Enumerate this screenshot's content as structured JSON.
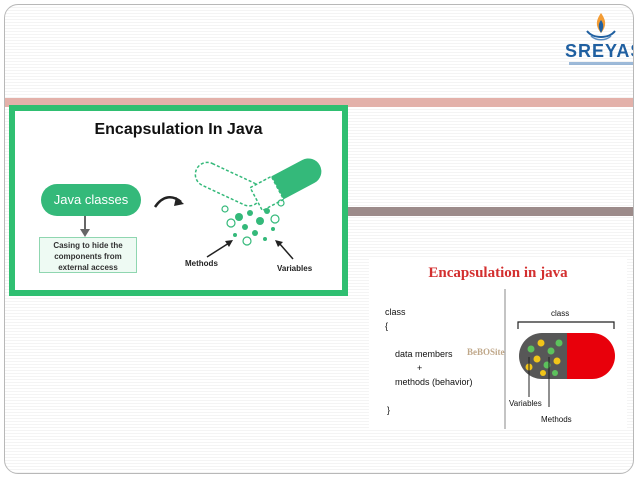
{
  "logo": {
    "text": "SREYAS"
  },
  "image1": {
    "title": "Encapsulation In Java",
    "pill_label": "Java classes",
    "callout_line1": "Casing to hide the",
    "callout_line2": "components from",
    "callout_line3": "external access",
    "methods_label": "Methods",
    "variables_label": "Variables"
  },
  "image2": {
    "title": "Encapsulation in java",
    "code_class": "class",
    "code_open": "{",
    "code_data": "data members",
    "code_plus": "+",
    "code_methods": "methods (behavior)",
    "code_close": "}",
    "class_label": "class",
    "variables_label": "Variables",
    "methods_label": "Methods",
    "watermark": "BeBOSite"
  },
  "colors": {
    "accent_green": "#2fbf71",
    "capsule_red": "#e8000b",
    "title_red": "#d32f2f",
    "band_pink": "#e3b1aa",
    "band_gray": "#9c8b8a"
  }
}
